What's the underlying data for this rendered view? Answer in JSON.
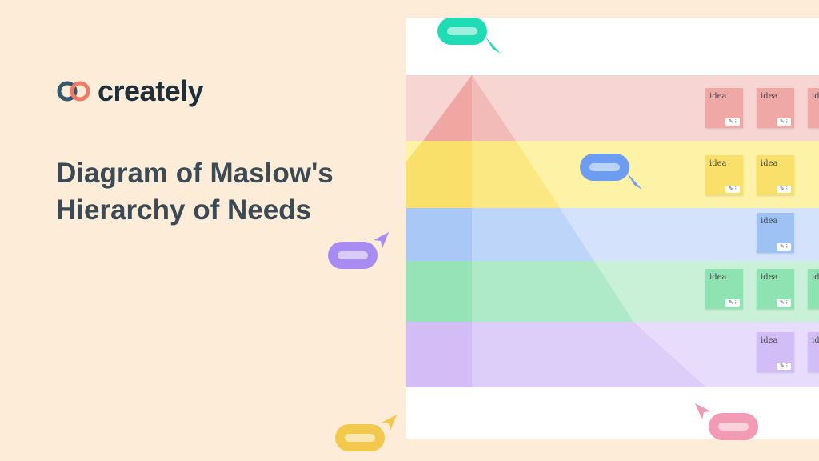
{
  "brand": {
    "name": "creately"
  },
  "heading": "Diagram of Maslow's Hierarchy of Needs",
  "sticky_label": "idea",
  "sticky_control": "✎ ⁝",
  "levels": [
    {
      "key": "top",
      "band_color": "#f7d5d3",
      "pyramid_color": "#f0a7a4",
      "sticky_color": "#f0a8a6",
      "stickies": 3
    },
    {
      "key": "second",
      "band_color": "#fdf2a6",
      "pyramid_color": "#f9e06a",
      "sticky_color": "#f9e06a",
      "stickies": 2
    },
    {
      "key": "third",
      "band_color": "#d4e3fb",
      "pyramid_color": "#a9c8f6",
      "sticky_color": "#9fc2f4",
      "stickies": 1
    },
    {
      "key": "fourth",
      "band_color": "#c8f1d8",
      "pyramid_color": "#95e3b6",
      "sticky_color": "#8fe3b3",
      "stickies": 3
    },
    {
      "key": "base",
      "band_color": "#e7dcfb",
      "pyramid_color": "#d4bdf6",
      "sticky_color": "#d3bdf6",
      "stickies": 2
    }
  ],
  "collaborator_colors": [
    "#1fdcb4",
    "#6c9df2",
    "#a98cf1",
    "#f2c94c",
    "#f39bb4"
  ]
}
